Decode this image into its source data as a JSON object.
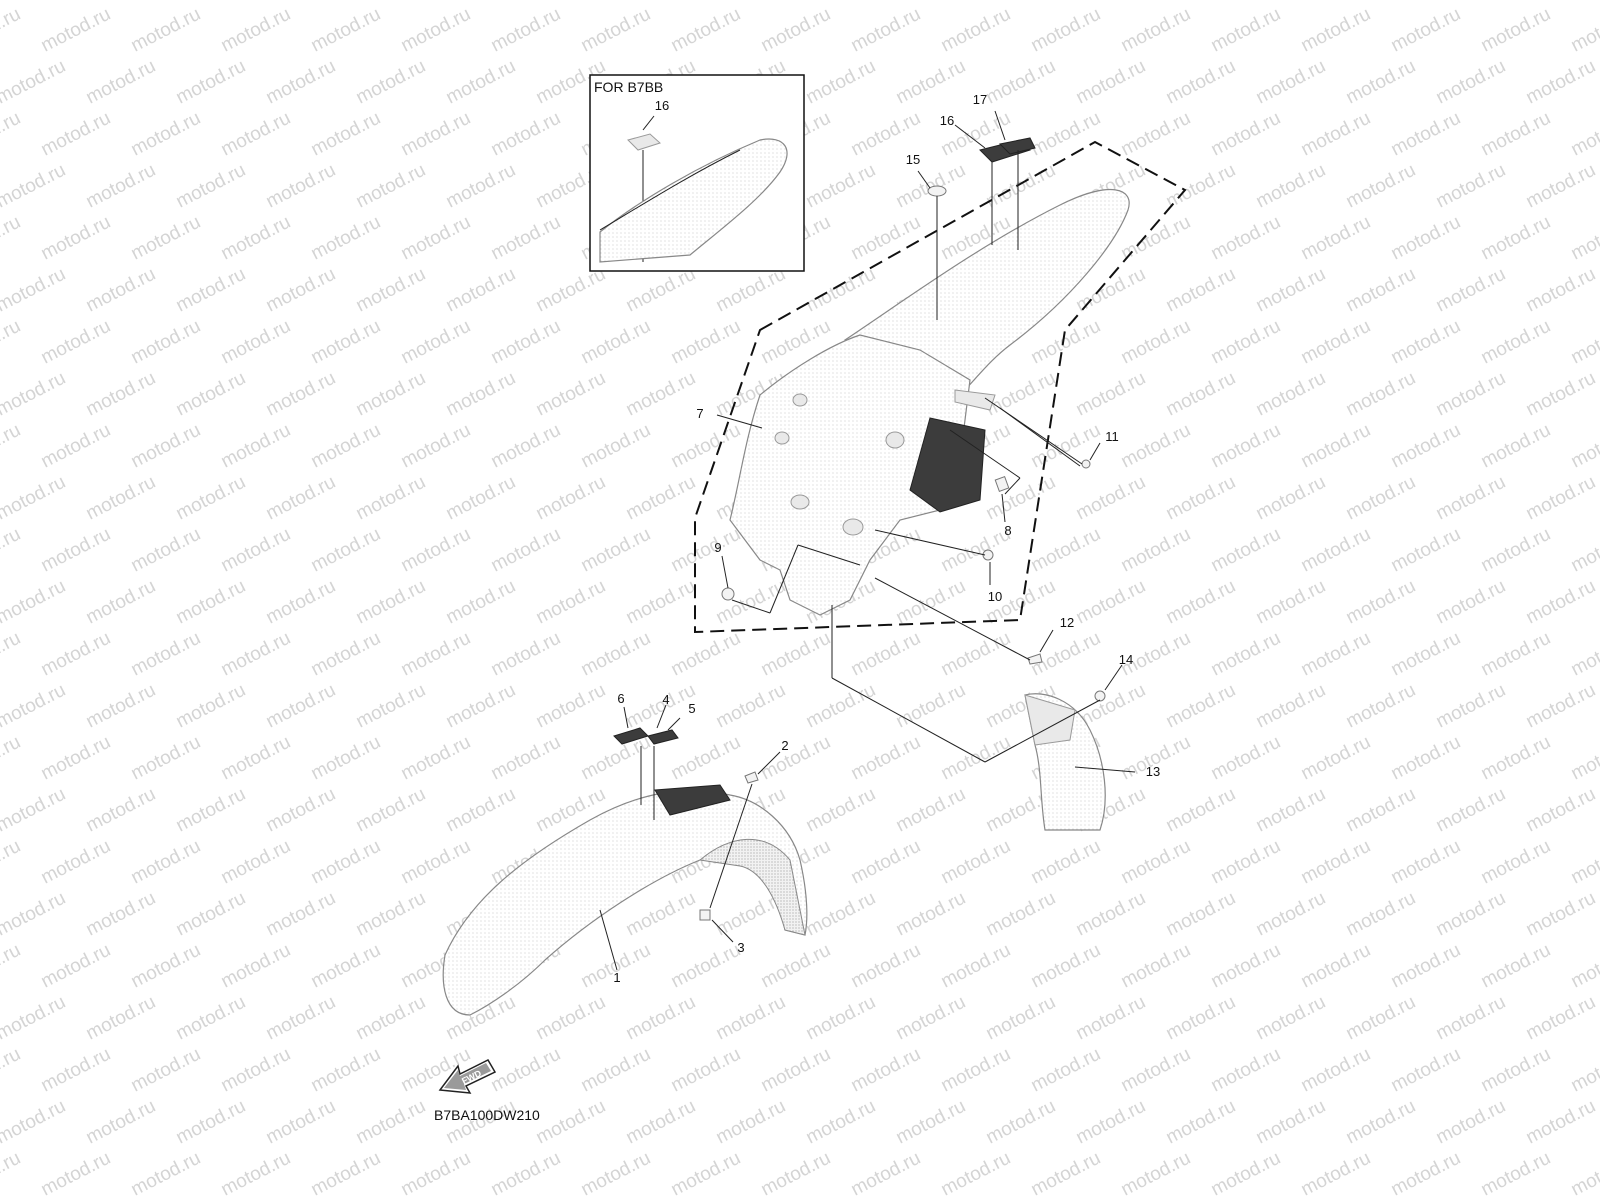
{
  "watermark": "motod.ru",
  "inset": {
    "title": "FOR B7BB",
    "callout": "16"
  },
  "callouts": {
    "c1": "1",
    "c2": "2",
    "c3": "3",
    "c4": "4",
    "c5": "5",
    "c6": "6",
    "c7": "7",
    "c8": "8",
    "c9": "9",
    "c10": "10",
    "c11": "11",
    "c12": "12",
    "c13": "13",
    "c14": "14",
    "c15": "15",
    "c16": "16",
    "c17": "17"
  },
  "fwd_arrow_text": "FWD",
  "diagram_code": "B7BA100DW210"
}
